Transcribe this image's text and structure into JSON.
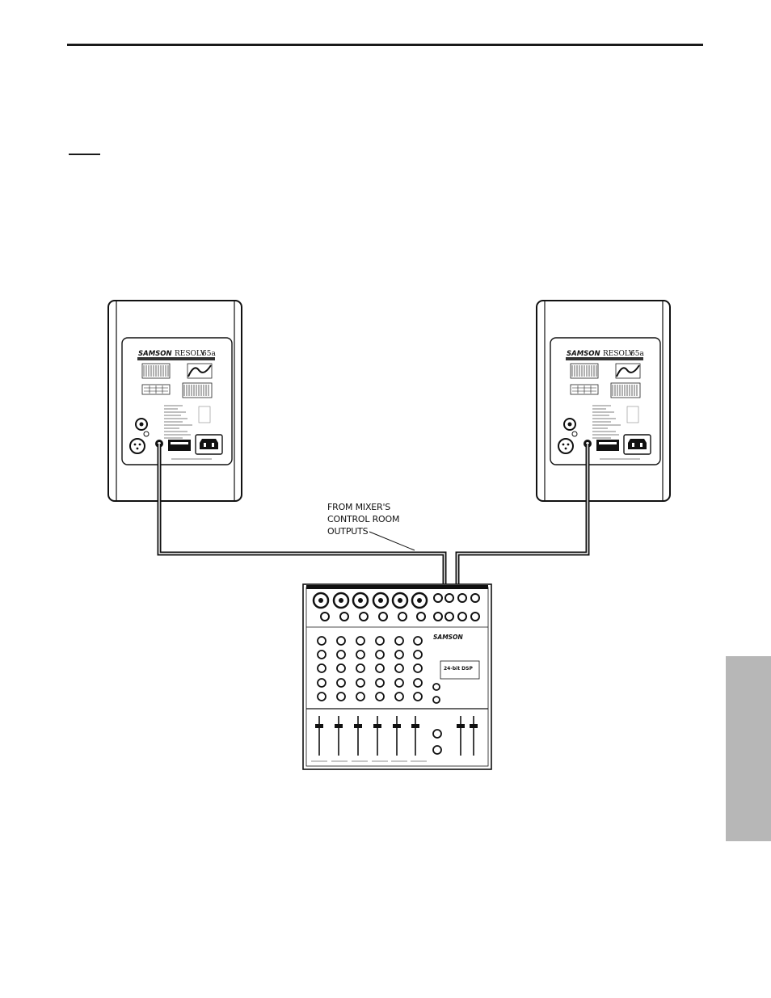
{
  "callout": {
    "line1": "FROM MIXER'S",
    "line2": "CONTROL ROOM",
    "line3": "OUTPUTS"
  },
  "monitor": {
    "brand": "SAMSON",
    "model": "RESOLV",
    "model_suffix": "65a"
  },
  "mixer": {
    "brand": "SAMSON",
    "dsp_label": "24-bit DSP"
  },
  "colors": {
    "line": "#111111",
    "side_tab": "#b7b7b7"
  },
  "icons": [
    "xlr-input-icon",
    "trs-input-icon",
    "iec-power-inlet-icon",
    "knob-icon",
    "fader-icon"
  ]
}
